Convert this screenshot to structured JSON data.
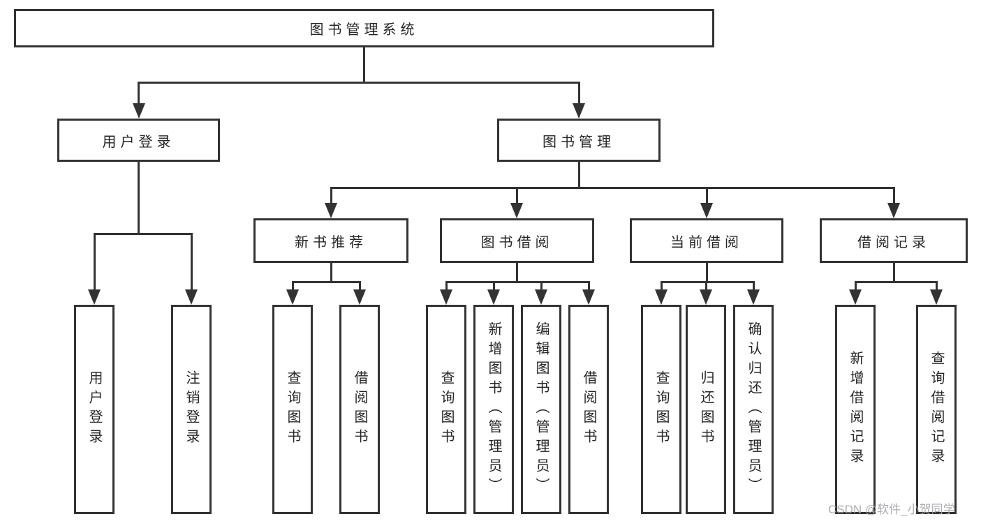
{
  "page": {
    "background": "#ffffff",
    "colors": {
      "line": "#333333",
      "box_border": "#333333",
      "box_bg": "#ffffff",
      "text": "#262626",
      "watermark": "#a3a7ad"
    },
    "watermark": "CSDN @软件_小贺同学"
  },
  "nodes": {
    "root": "图书管理系统",
    "user_login_branch": "用户登录",
    "book_management": "图书管理",
    "new_book_recommend": "新书推荐",
    "book_borrowing": "图书借阅",
    "current_borrowing": "当前借阅",
    "borrowing_records": "借阅记录",
    "user_login": "用户登录",
    "logout_login": "注销登录",
    "query_books_recommend": "查询图书",
    "borrow_books_recommend": "借阅图书",
    "query_books_borrowing": "查询图书",
    "add_books_admin": "新增图书（管理员）",
    "edit_books_admin": "编辑图书（管理员）",
    "borrow_books_borrowing": "借阅图书",
    "query_books_current": "查询图书",
    "return_books": "归还图书",
    "confirm_return_admin": "确认归还（管理员）",
    "add_borrow_record": "新增借阅记录",
    "query_borrow_record": "查询借阅记录"
  },
  "hierarchy": {
    "图书管理系统": [
      "用户登录",
      "图书管理"
    ],
    "用户登录": [
      "用户登录",
      "注销登录"
    ],
    "图书管理": [
      "新书推荐",
      "图书借阅",
      "当前借阅",
      "借阅记录"
    ],
    "新书推荐": [
      "查询图书",
      "借阅图书"
    ],
    "图书借阅": [
      "查询图书",
      "新增图书（管理员）",
      "编辑图书（管理员）",
      "借阅图书"
    ],
    "当前借阅": [
      "查询图书",
      "归还图书",
      "确认归还（管理员）"
    ],
    "借阅记录": [
      "新增借阅记录",
      "查询借阅记录"
    ]
  }
}
